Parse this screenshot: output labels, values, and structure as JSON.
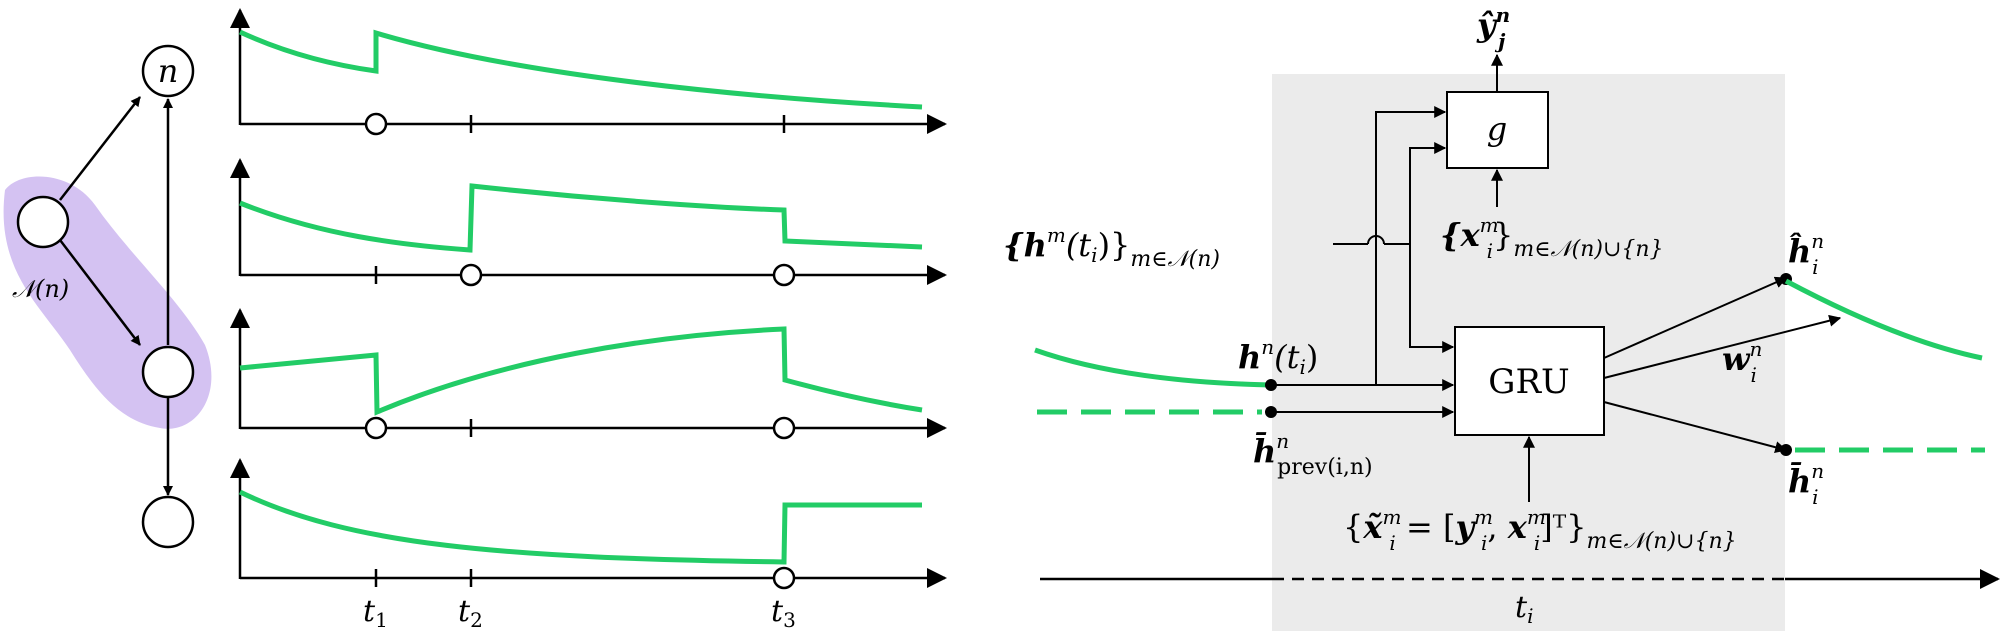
{
  "colors": {
    "signal": "#22cc66",
    "neighborhood": "#d4c2f2",
    "panel": "#ebebeb",
    "ink": "#000000"
  },
  "graph": {
    "top_node": "n",
    "neighborhood_label": "𝒩(n)"
  },
  "timelines": {
    "tick_labels": {
      "t1": "t",
      "t1_sub": "1",
      "t2": "t",
      "t2_sub": "2",
      "t3": "t",
      "t3_sub": "3"
    }
  },
  "right_panel": {
    "g_label": "g",
    "gru_label": "GRU",
    "output_y": {
      "base": "ŷ",
      "sup": "n",
      "sub": "j"
    },
    "neighbors_h": {
      "text": "{h",
      "sup": "m",
      "arg": "(t",
      "argsub": "i",
      "close": ")}",
      "sub": "m∈𝒩(n)"
    },
    "neighbors_x": {
      "text": "{x",
      "sup": "m",
      "sub_i": "i",
      "close": "}",
      "sub": "m∈𝒩(n)∪{n}"
    },
    "hidden_in": {
      "base": "h",
      "sup": "n",
      "arg": "(t",
      "argsub": "i",
      "close": ")"
    },
    "hidden_prev": {
      "base": "h̄",
      "sup": "n",
      "sub": "prev(i,n)"
    },
    "hidden_hat": {
      "base": "ĥ",
      "sup": "n",
      "sub": "i"
    },
    "weight": {
      "base": "w",
      "sup": "n",
      "sub": "i"
    },
    "hidden_bar": {
      "base": "h̄",
      "sup": "n",
      "sub": "i"
    },
    "input_bottom": {
      "open": "{",
      "x": "x̃",
      "sup": "m",
      "sub_i": "i",
      "eq": " = [",
      "y": "y",
      "comma": ", ",
      "x2": "x",
      "close": "]ᵀ}",
      "sub": "m∈𝒩(n)∪{n}"
    },
    "time_label": {
      "base": "t",
      "sub": "i"
    }
  }
}
